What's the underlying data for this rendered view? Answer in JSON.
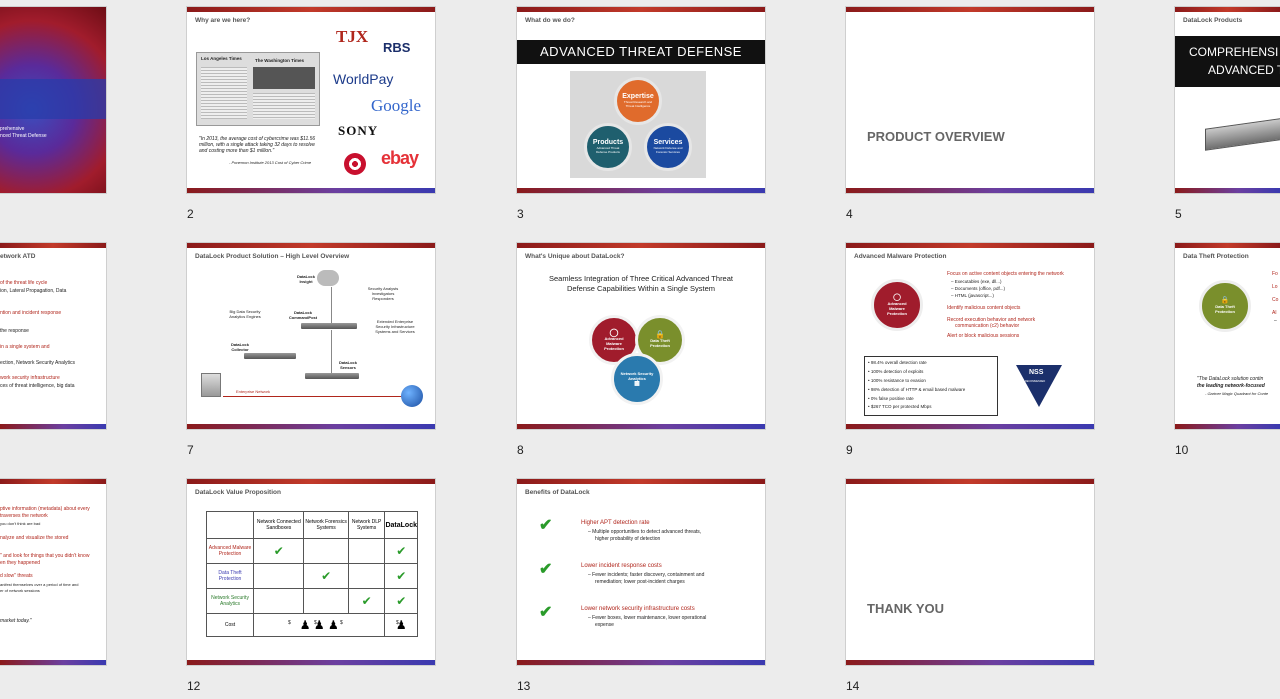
{
  "slide_numbers": [
    "2",
    "3",
    "4",
    "5",
    "7",
    "8",
    "9",
    "10",
    "12",
    "13",
    "14"
  ],
  "s1": {
    "line1": "prehensive",
    "line2": "nced Threat Defense"
  },
  "s2": {
    "header": "Why are we here?",
    "quote": "\"In 2013, the average cost of cybercrime was $11.56 million, with a single attack taking 32 days to resolve and costing more than $1 million.\"",
    "source": "- Ponemon Institute 2013 Cost of Cyber Crime",
    "logos": {
      "tjx": "TJX",
      "rbs": "RBS",
      "worldpay": "WorldPay",
      "google": "Google",
      "sony": "SONY",
      "ebay": "ebay"
    },
    "paper1": "Los Angeles Times",
    "paper2": "The Washington Times"
  },
  "s3": {
    "header": "What do we do?",
    "caption": "ADVANCED THREAT DEFENSE",
    "expertise": "Expertise",
    "expertise_sub": "Threat Research and Threat Intelligence",
    "products": "Products",
    "products_sub": "Advanced Threat Defense Products",
    "services": "Services",
    "services_sub": "Network Defense and Forensic Services"
  },
  "s4": {
    "title": "PRODUCT OVERVIEW"
  },
  "s5": {
    "header": "DataLock Products",
    "cap1": "COMPREHENSI",
    "cap2": "ADVANCED T"
  },
  "s6": {
    "header": "etwork ATD",
    "lines": [
      "of the threat life cycle",
      "ion, Lateral Propagation, Data",
      "ntion and incident response",
      "the response",
      "in a single system and",
      "ection, Network Security Analytics",
      "work security infrastructure",
      "ces of threat intelligence, big data"
    ]
  },
  "s7": {
    "header": "DataLock Product Solution – High Level Overview",
    "insight": "DataLock Insight",
    "analysis": "Security Analysts Investigators Responders",
    "bigdata": "Big Data Security Analytics Engines",
    "commandpost": "DataLock CommandPost",
    "enterprise": "Extended Enterprise Security Infrastructure Systems and Services",
    "collector": "DataLock Collector",
    "sensors": "DataLock Sensors",
    "network": "Enterprise Network"
  },
  "s8": {
    "header": "What's Unique about DataLock?",
    "title": "Seamless Integration of Three Critical Advanced Threat Defense Capabilities Within a Single System",
    "malware": "Advanced Malware Protection",
    "theft": "Data Theft Protection",
    "nsa": "Network Security Analytics"
  },
  "s9": {
    "header": "Advanced Malware Protection",
    "circle": "Advanced Malware Protection",
    "focus": "Focus on active content objects entering the network",
    "subs": [
      "– Executables (exe, dll...)",
      "– Documents (office, pdf...)",
      "– HTML (javascript...)"
    ],
    "p2": "Identify malicious content objects",
    "p3a": "Record execution behavior and network",
    "p3b": "communication (c2) behavior",
    "p4": "Alert or block malicious sessions",
    "stats": [
      "• 98.4% overall detection rate",
      "• 100% detection of exploits",
      "• 100% resistance to evasion",
      "• 98% detection of HTTP & email based malware",
      "• 0% false positive rate",
      "• $267 TCO per protected Mbps"
    ],
    "badge": "NSS",
    "badge_sub": "RECOMMENDED"
  },
  "s10": {
    "header": "Data Theft Protection",
    "circle": "Data Theft Protection",
    "right": [
      "Fo",
      "Lo",
      "Co",
      "Al",
      "–"
    ],
    "quote1": "\"The DataLock solution contin",
    "quote2": "the leading network-focused",
    "source": "- Gartner Magic Quadrant for Conte"
  },
  "s11": {
    "lines": [
      "ptive information (metadata) about every",
      "traverses the network",
      "you don't think are bad",
      "nalyze and visualize the stored",
      "\" and look for things that you didn't know",
      "en they happened",
      "d slow\" threats",
      "anifest themselves over a period of time and",
      "er of network sessions",
      "market today.\""
    ]
  },
  "s12": {
    "header": "DataLock Value Proposition",
    "cols": [
      "Network Connected Sandboxes",
      "Network Forensics Systems",
      "Network DLP Systems",
      "DataLock"
    ],
    "rows": [
      "Advanced Malware Protection",
      "Data Theft Protection",
      "Network Security Analytics",
      "Cost"
    ],
    "dollar": "$"
  },
  "s13": {
    "header": "Benefits of DataLock",
    "b1": "Higher APT detection rate",
    "b1s1": "– Multiple opportunities to detect advanced threats,",
    "b1s2": "higher probability of detection",
    "b2": "Lower incident response costs",
    "b2s1": "– Fewer incidents; faster discovery, containment and",
    "b2s2": "remediation; lower post-incident charges",
    "b3": "Lower network security infrastructure costs",
    "b3s1": "– Fewer boxes, lower maintenance, lower operational",
    "b3s2": "expense"
  },
  "s14": {
    "title": "THANK YOU"
  }
}
